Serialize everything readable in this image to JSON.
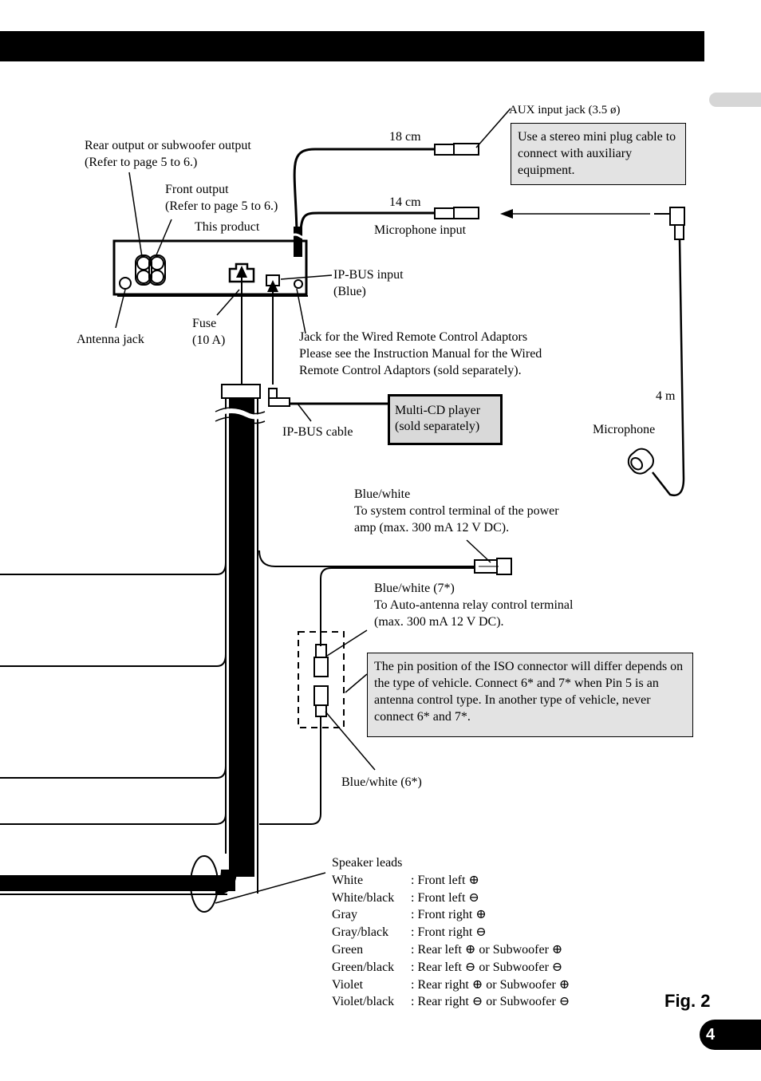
{
  "page": {
    "number": "4",
    "figure_label": "Fig. 2"
  },
  "labels": {
    "aux_jack": "AUX input jack (3.5 ø)",
    "aux_note": "Use a stereo mini plug cable to connect with auxiliary equipment.",
    "len_18": "18 cm",
    "len_14": "14 cm",
    "len_4m": "4 m",
    "mic_input": "Microphone input",
    "rear_output": "Rear output or subwoofer output\n(Refer to page 5 to 6.)",
    "front_output": "Front output\n(Refer to page 5 to 6.)",
    "this_product": "This product",
    "ipbus_input": "IP-BUS input\n(Blue)",
    "antenna_jack": "Antenna jack",
    "fuse": "Fuse\n(10 A)",
    "wired_remote": "Jack for the Wired Remote Control Adaptors\nPlease see the Instruction Manual for the Wired\nRemote Control Adaptors (sold separately).",
    "multi_cd": "Multi-CD player\n(sold separately)",
    "ipbus_cable": "IP-BUS cable",
    "microphone": "Microphone",
    "blue_white": "Blue/white\nTo system control terminal of the power\namp (max. 300 mA 12 V DC).",
    "blue_white_7": "Blue/white (7*)\nTo Auto-antenna relay control terminal\n(max. 300 mA 12 V DC).",
    "iso_note": "The pin position of the ISO connector will differ depends on the type of vehicle. Connect 6* and 7* when Pin 5 is an antenna control type. In another type of vehicle, never connect 6* and 7*.",
    "blue_white_6": "Blue/white (6*)"
  },
  "speaker_leads": {
    "title": "Speaker leads",
    "rows": [
      {
        "color": "White",
        "desc": ": Front left ⊕"
      },
      {
        "color": "White/black",
        "desc": ": Front left ⊖"
      },
      {
        "color": "Gray",
        "desc": ": Front right ⊕"
      },
      {
        "color": "Gray/black",
        "desc": ": Front right ⊖"
      },
      {
        "color": "Green",
        "desc": ": Rear left ⊕ or Subwoofer ⊕"
      },
      {
        "color": "Green/black",
        "desc": ": Rear left ⊖ or Subwoofer ⊖"
      },
      {
        "color": "Violet",
        "desc": ": Rear right ⊕ or Subwoofer ⊕"
      },
      {
        "color": "Violet/black",
        "desc": ": Rear right ⊖ or Subwoofer ⊖"
      }
    ]
  }
}
